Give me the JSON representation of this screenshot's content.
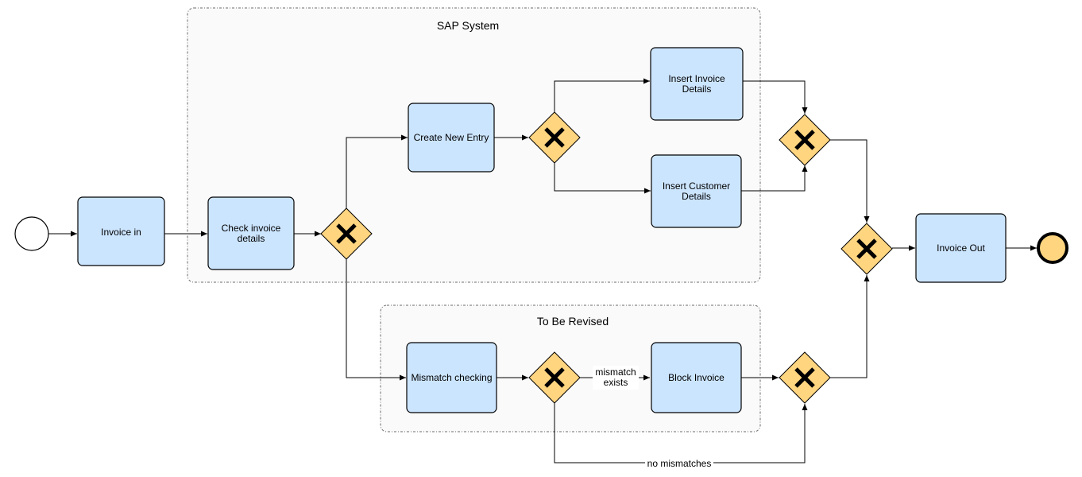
{
  "lanes": {
    "sap": "SAP System",
    "revise": "To Be Revised"
  },
  "tasks": {
    "invoice_in": [
      "Invoice in"
    ],
    "check_details": [
      "Check invoice",
      "details"
    ],
    "create_entry": [
      "Create New Entry"
    ],
    "insert_invoice": [
      "Insert Invoice",
      "Details"
    ],
    "insert_customer": [
      "Insert Customer",
      "Details"
    ],
    "mismatch_checking": [
      "Mismatch checking"
    ],
    "block_invoice": [
      "Block Invoice"
    ],
    "invoice_out": [
      "Invoice Out"
    ]
  },
  "flow_labels": {
    "mismatch_exists": [
      "mismatch",
      "exists"
    ],
    "no_mismatches": "no mismatches"
  },
  "events": {
    "start": "start-event",
    "end": "end-event"
  },
  "colors": {
    "task_fill": "#cce5ff",
    "gateway_fill": "#ffd580",
    "end_fill": "#ffd580",
    "lane_fill": "#fafafa"
  }
}
